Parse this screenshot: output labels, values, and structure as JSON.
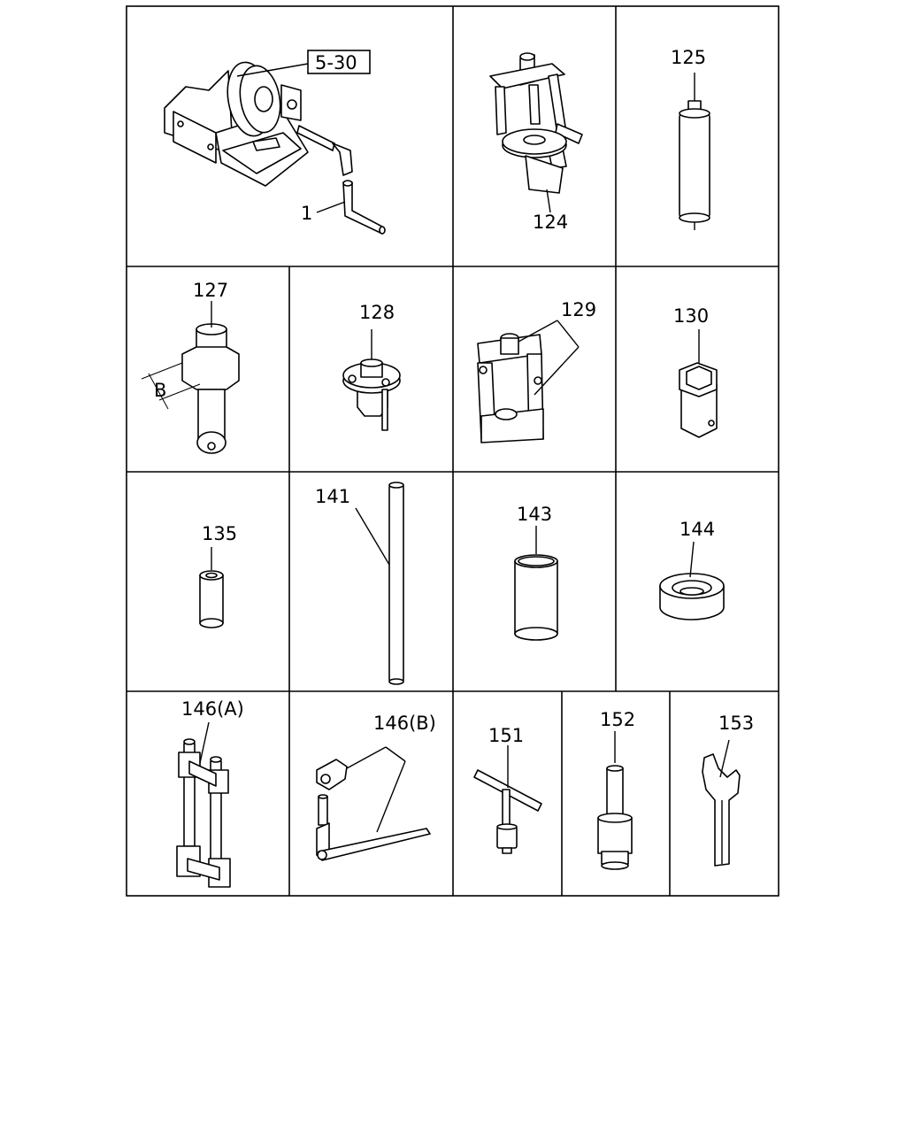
{
  "cells": {
    "c1": {
      "ref": "5-30",
      "label": "1"
    },
    "c124": {
      "label": "124"
    },
    "c125": {
      "label": "125"
    },
    "c127": {
      "label": "127",
      "dim": "B"
    },
    "c128": {
      "label": "128"
    },
    "c129": {
      "label": "129"
    },
    "c130": {
      "label": "130"
    },
    "c135": {
      "label": "135"
    },
    "c141": {
      "label": "141"
    },
    "c143": {
      "label": "143"
    },
    "c144": {
      "label": "144"
    },
    "c146a": {
      "label": "146(A)"
    },
    "c146b": {
      "label": "146(B)"
    },
    "c151": {
      "label": "151"
    },
    "c152": {
      "label": "152"
    },
    "c153": {
      "label": "153"
    }
  }
}
